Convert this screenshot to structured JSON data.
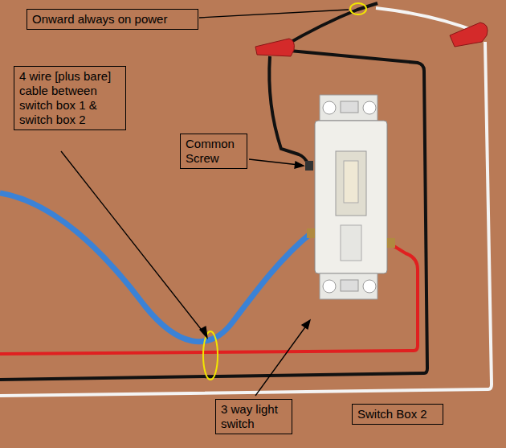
{
  "diagram": {
    "nodes": [
      {
        "text": [
          "Onward always on power"
        ]
      },
      {
        "text": [
          "4 wire [plus bare] cable between switch box 1 & switch box 2"
        ]
      },
      {
        "text": [
          "Common Screw"
        ]
      },
      {
        "text": [
          "3 way light switch"
        ]
      },
      {
        "text": [
          "Switch Box 2"
        ]
      }
    ]
  }
}
